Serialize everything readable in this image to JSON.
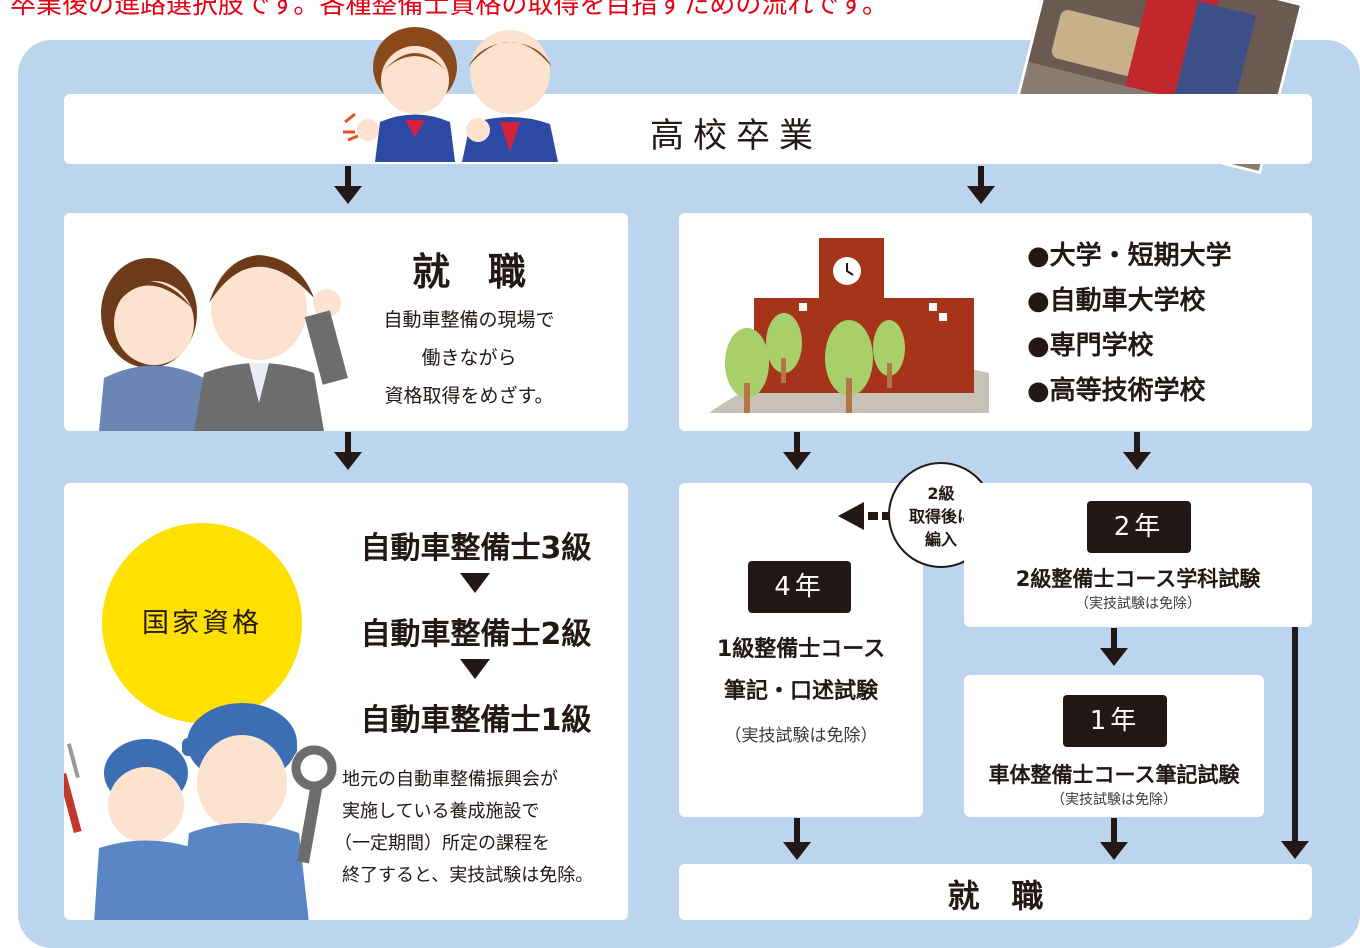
{
  "header": {
    "top_text": "卒業後の進路選択肢です。各種整備士資格の取得を目指すための流れです。"
  },
  "flow": {
    "start": "高校卒業",
    "employment": {
      "title": "就　職",
      "desc": [
        "自動車整備の現場で",
        "働きながら",
        "資格取得をめざす。"
      ]
    },
    "schools": [
      "●大学・短期大学",
      "●自動車大学校",
      "●専門学校",
      "●高等技術学校"
    ],
    "national": {
      "badge": "国家資格",
      "levels": [
        "自動車整備士3級",
        "自動車整備士2級",
        "自動車整備士1級"
      ],
      "desc": [
        "地元の自動車整備振興会が",
        "実施している養成施設で",
        "（一定期間）所定の課程を",
        "終了すると、実技試験は免除。"
      ]
    },
    "transfer": [
      "2級",
      "取得後に",
      "編入"
    ],
    "four_year": {
      "years": "4年",
      "lines": [
        "1級整備士コース",
        "筆記・口述試験"
      ],
      "note": "（実技試験は免除）"
    },
    "two_year": {
      "years": "2年",
      "title": "2級整備士コース学科試験",
      "note": "（実技試験は免除）"
    },
    "one_year": {
      "years": "1年",
      "title": "車体整備士コース筆記試験",
      "note": "（実技試験は免除）"
    },
    "end": "就　職"
  },
  "colors": {
    "panel": "#bcd5ef",
    "box": "#ffffff",
    "accent_yellow": "#ffe000",
    "dark": "#231815",
    "header_red": "#e60012"
  }
}
